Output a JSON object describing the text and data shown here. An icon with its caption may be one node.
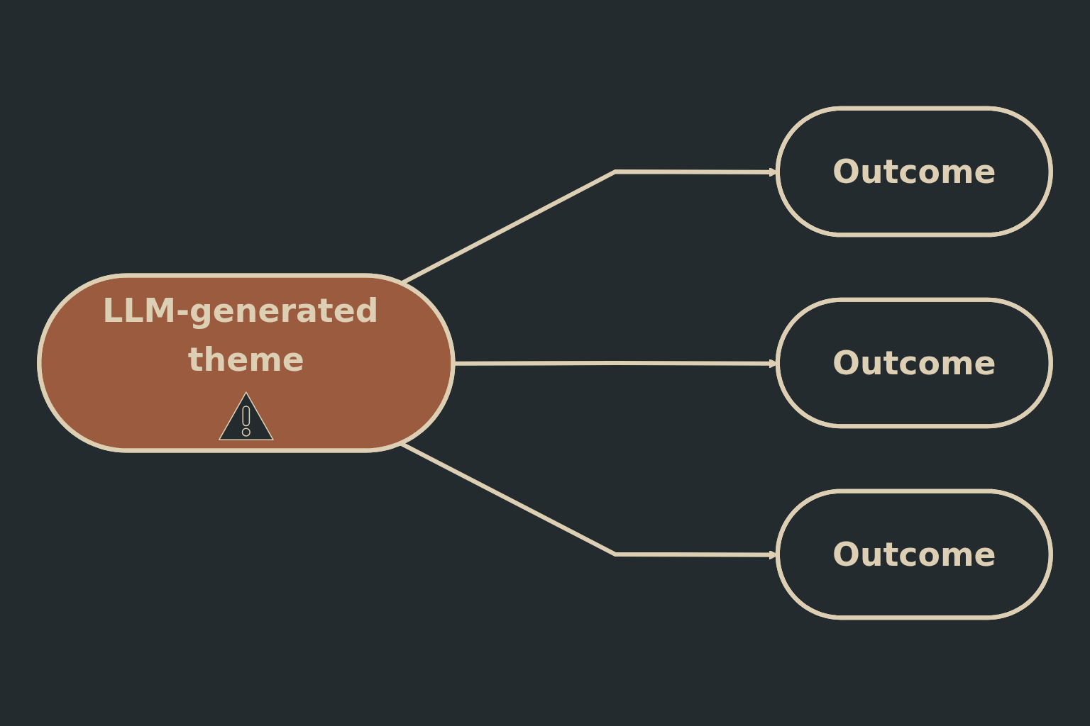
{
  "diagram": {
    "nodes": [
      {
        "text": [
          "LLM-generated theme"
        ]
      },
      {
        "text": [
          "Outcome"
        ]
      },
      {
        "text": [
          "Outcome"
        ]
      },
      {
        "text": [
          "Outcome"
        ]
      }
    ],
    "edges": [
      {
        "from": 0,
        "to": 1,
        "arrow": "to"
      },
      {
        "from": 0,
        "to": 2,
        "arrow": "to"
      },
      {
        "from": 0,
        "to": 3,
        "arrow": "to"
      }
    ]
  }
}
